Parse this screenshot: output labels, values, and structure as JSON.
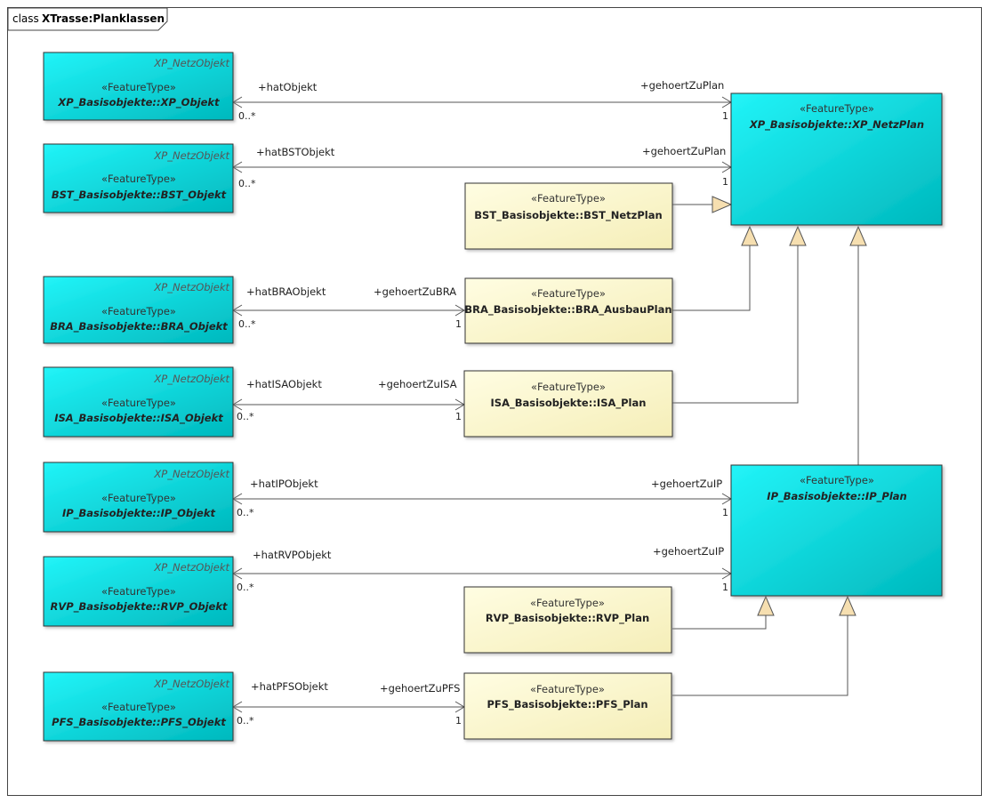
{
  "frame": {
    "kind": "class",
    "name": "XTrasse:Planklassen"
  },
  "stereotype": "«FeatureType»",
  "classes": {
    "xp_obj": {
      "super": "XP_NetzObjekt",
      "name": "XP_Basisobjekte::XP_Objekt"
    },
    "bst_obj": {
      "super": "XP_NetzObjekt",
      "name": "BST_Basisobjekte::BST_Objekt"
    },
    "bra_obj": {
      "super": "XP_NetzObjekt",
      "name": "BRA_Basisobjekte::BRA_Objekt"
    },
    "isa_obj": {
      "super": "XP_NetzObjekt",
      "name": "ISA_Basisobjekte::ISA_Objekt"
    },
    "ip_obj": {
      "super": "XP_NetzObjekt",
      "name": "IP_Basisobjekte::IP_Objekt"
    },
    "rvp_obj": {
      "super": "XP_NetzObjekt",
      "name": "RVP_Basisobjekte::RVP_Objekt"
    },
    "pfs_obj": {
      "super": "XP_NetzObjekt",
      "name": "PFS_Basisobjekte::PFS_Objekt"
    },
    "xp_plan": {
      "name": "XP_Basisobjekte::XP_NetzPlan"
    },
    "ip_plan": {
      "name": "IP_Basisobjekte::IP_Plan"
    },
    "bst_plan": {
      "name": "BST_Basisobjekte::BST_NetzPlan"
    },
    "bra_plan": {
      "name": "BRA_Basisobjekte::BRA_AusbauPlan"
    },
    "isa_plan": {
      "name": "ISA_Basisobjekte::ISA_Plan"
    },
    "rvp_plan": {
      "name": "RVP_Basisobjekte::RVP_Plan"
    },
    "pfs_plan": {
      "name": "PFS_Basisobjekte::PFS_Plan"
    }
  },
  "associations": [
    {
      "source_role": "+hatObjekt",
      "source_mult": "0..*",
      "target_role": "+gehoertZuPlan",
      "target_mult": "1"
    },
    {
      "source_role": "+hatBSTObjekt",
      "source_mult": "0..*",
      "target_role": "+gehoertZuPlan",
      "target_mult": "1"
    },
    {
      "source_role": "+hatBRAObjekt",
      "source_mult": "0..*",
      "target_role": "+gehoertZuBRA",
      "target_mult": "1"
    },
    {
      "source_role": "+hatISAObjekt",
      "source_mult": "0..*",
      "target_role": "+gehoertZuISA",
      "target_mult": "1"
    },
    {
      "source_role": "+hatIPObjekt",
      "source_mult": "0..*",
      "target_role": "+gehoertZuIP",
      "target_mult": "1"
    },
    {
      "source_role": "+hatRVPObjekt",
      "source_mult": "0..*",
      "target_role": "+gehoertZuIP",
      "target_mult": "1"
    },
    {
      "source_role": "+hatPFSObjekt",
      "source_mult": "0..*",
      "target_role": "+gehoertZuPFS",
      "target_mult": "1"
    }
  ],
  "colors": {
    "cyan": "#00dfe4",
    "cyan_dark": "#00b9be",
    "yellow": "#fffbd0",
    "yellow_dark": "#f3ecb0",
    "line": "#555555",
    "arrow_fill": "#f6dfb0"
  }
}
